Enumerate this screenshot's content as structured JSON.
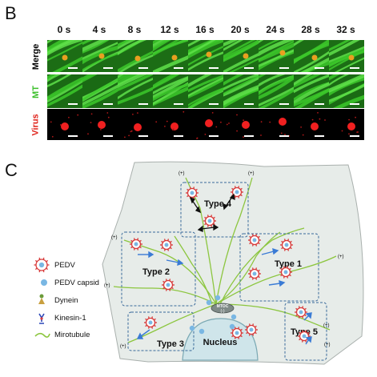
{
  "panel_b": {
    "letter": "B",
    "time_points": [
      "0 s",
      "4 s",
      "8 s",
      "12 s",
      "16 s",
      "20 s",
      "24 s",
      "28 s",
      "32 s"
    ],
    "rows": [
      {
        "label": "Merge",
        "color": "#000000"
      },
      {
        "label": "MT",
        "color": "#3bbf2a"
      },
      {
        "label": "Virus",
        "color": "#e0241c"
      }
    ]
  },
  "panel_c": {
    "letter": "C",
    "types": [
      "Type 1",
      "Type 2",
      "Type 3",
      "Type 4",
      "Type 5"
    ],
    "mtoc_label": "MTOC",
    "mtoc_sign": "(-)",
    "plus_end": "(+)",
    "nucleus_label": "Nucleus",
    "legend": [
      {
        "icon": "pedv-virion-icon",
        "label": "PEDV"
      },
      {
        "icon": "pedv-capsid-icon",
        "label": "PEDV capsid"
      },
      {
        "icon": "dynein-icon",
        "label": "Dynein"
      },
      {
        "icon": "kinesin-icon",
        "label": "Kinesin-1"
      },
      {
        "icon": "microtubule-icon",
        "label": "Mirotubule"
      }
    ],
    "colors": {
      "cell": "#e7ece9",
      "microtubule": "#8cc63f",
      "virus_ring": "#d83a3a",
      "capsid": "#79b7e3",
      "arrow": "#3a7bd5",
      "nucleus": "#cfe5ea"
    }
  }
}
